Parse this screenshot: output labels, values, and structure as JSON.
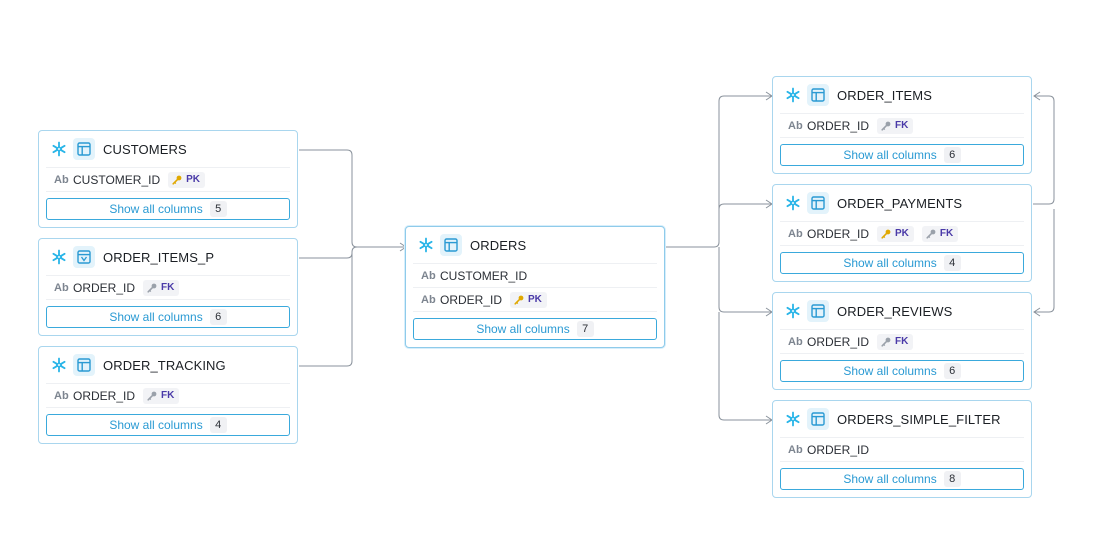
{
  "diagram": {
    "show_all_label": "Show all columns",
    "tables": [
      {
        "id": "customers",
        "title": "CUSTOMERS",
        "icon": "table-icon",
        "columns": [
          {
            "name": "CUSTOMER_ID",
            "badges": [
              "PK"
            ]
          }
        ],
        "count": "5"
      },
      {
        "id": "order_items_p",
        "title": "ORDER_ITEMS_P",
        "icon": "view-icon",
        "columns": [
          {
            "name": "ORDER_ID",
            "badges": [
              "FK"
            ]
          }
        ],
        "count": "6"
      },
      {
        "id": "order_tracking",
        "title": "ORDER_TRACKING",
        "icon": "table-icon",
        "columns": [
          {
            "name": "ORDER_ID",
            "badges": [
              "FK"
            ]
          }
        ],
        "count": "4"
      },
      {
        "id": "orders",
        "title": "ORDERS",
        "icon": "table-icon",
        "selected": true,
        "columns": [
          {
            "name": "CUSTOMER_ID",
            "badges": []
          },
          {
            "name": "ORDER_ID",
            "badges": [
              "PK"
            ]
          }
        ],
        "count": "7"
      },
      {
        "id": "order_items",
        "title": "ORDER_ITEMS",
        "icon": "table-icon",
        "columns": [
          {
            "name": "ORDER_ID",
            "badges": [
              "FK"
            ]
          }
        ],
        "count": "6"
      },
      {
        "id": "order_payments",
        "title": "ORDER_PAYMENTS",
        "icon": "table-icon",
        "columns": [
          {
            "name": "ORDER_ID",
            "badges": [
              "PK",
              "FK"
            ]
          }
        ],
        "count": "4"
      },
      {
        "id": "order_reviews",
        "title": "ORDER_REVIEWS",
        "icon": "table-icon",
        "columns": [
          {
            "name": "ORDER_ID",
            "badges": [
              "FK"
            ]
          }
        ],
        "count": "6"
      },
      {
        "id": "orders_simple_filter",
        "title": "ORDERS_SIMPLE_FILTER",
        "icon": "table-icon",
        "columns": [
          {
            "name": "ORDER_ID",
            "badges": []
          }
        ],
        "count": "8"
      }
    ],
    "colors": {
      "accent": "#2a9ad3",
      "node_border": "#a9d6ee",
      "edge": "#8a929c",
      "pk_key": "#e0a800",
      "fk_key": "#9aa1aa",
      "badge_text": "#4a3aa8"
    }
  }
}
